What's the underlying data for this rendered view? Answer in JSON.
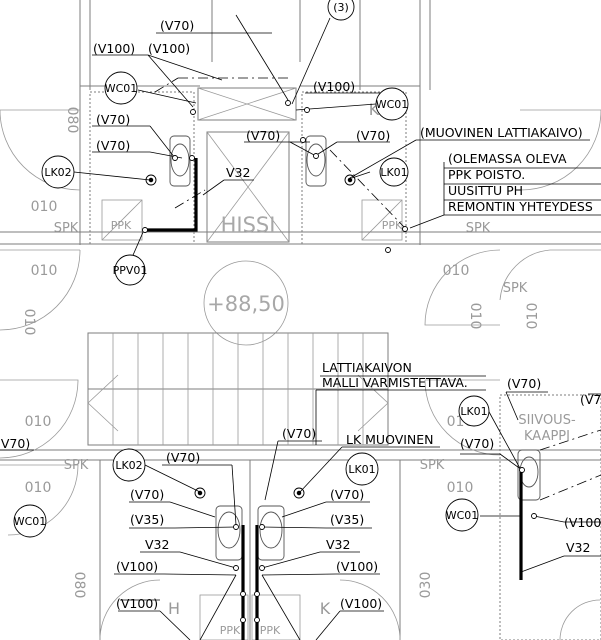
{
  "labels": {
    "v70": "(V70)",
    "v100": "(V100)",
    "v35": "(V35)",
    "v32": "V32",
    "wc01": "WC01",
    "lk01": "LK01",
    "lk02": "LK02",
    "ppv01": "PPV01",
    "ref3": "(3)",
    "note_muovinen": "(MUOVINEN LATTIAKAIVO)",
    "note_olemassa": "(OLEMASSA OLEVA",
    "note_ppk_poisto": "PPK POISTO.",
    "note_uusittu": "UUSITTU PH",
    "note_remontin": "REMONTIN YHTEYDESS",
    "note_lattiakaivon": "LATTIAKAIVON",
    "note_malli": "MALLI VARMISTETTAVA.",
    "note_lk_muovinen": "LK MUOVINEN"
  },
  "background": {
    "hissi": "HISSI",
    "level": "+88,50",
    "room010": "010",
    "room080": "080",
    "room030": "030",
    "spk": "SPK",
    "ppk": "PPK",
    "h": "H",
    "k": "K",
    "kh": "KH",
    "siivous": "SIIVOUS-",
    "kaappi": "KAAPPI"
  }
}
